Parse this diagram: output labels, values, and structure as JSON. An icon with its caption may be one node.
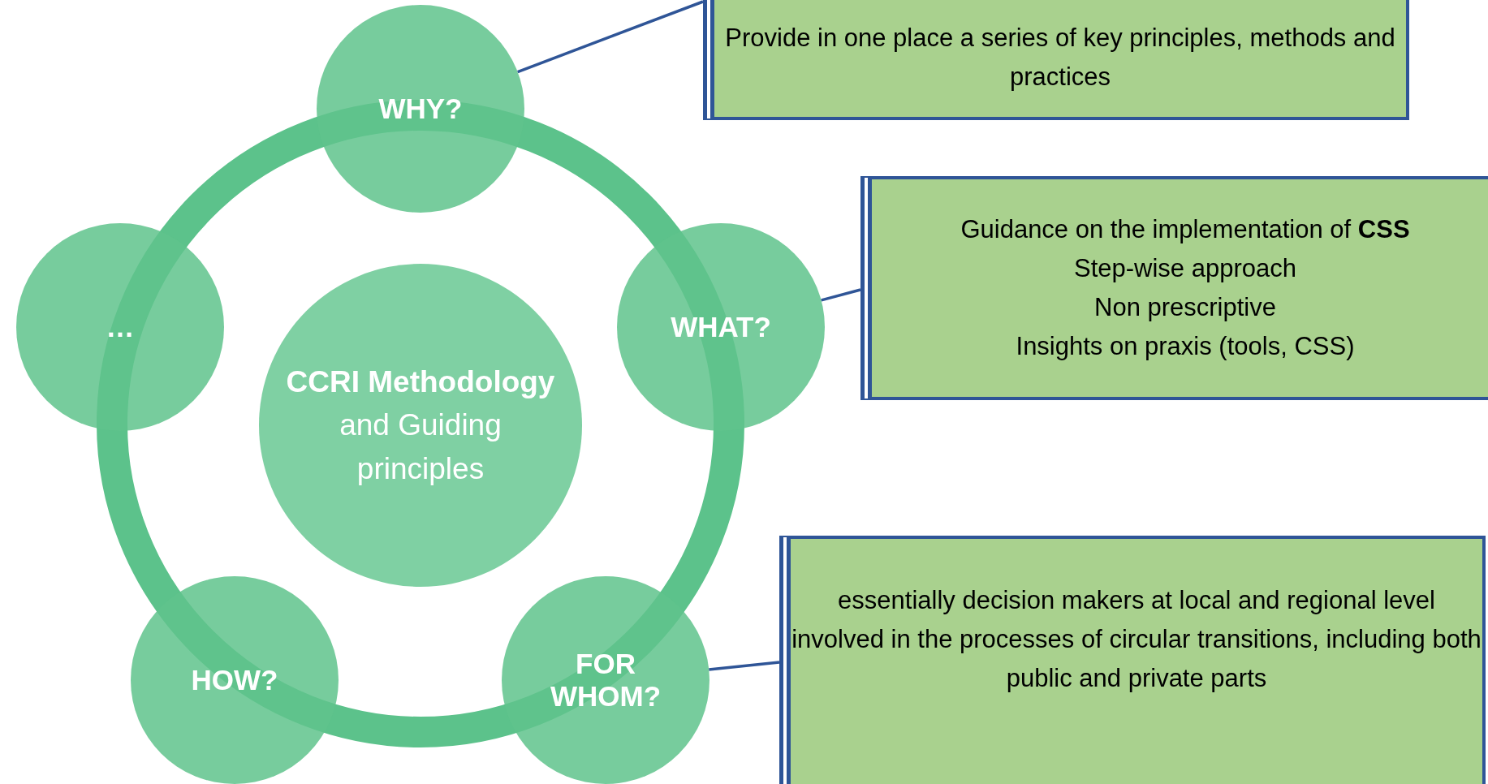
{
  "diagram": {
    "nodes": [
      {
        "text": [
          "CCRI Methodology",
          "and Guiding principles"
        ]
      },
      {
        "text": [
          "WHY?"
        ]
      },
      {
        "text": [
          "WHAT?"
        ]
      },
      {
        "text": [
          "FOR WHOM?"
        ]
      },
      {
        "text": [
          "HOW?"
        ]
      },
      {
        "text": [
          "…"
        ]
      },
      {
        "text": [
          "Provide in one place a series of key principles, methods and practices"
        ]
      },
      {
        "text": [
          "Guidance on the implementation of **CSS**",
          "Step-wise approach",
          "Non prescriptive",
          "Insights on praxis (tools, CSS)"
        ]
      },
      {
        "text": [
          "essentially decision makers at local and regional level involved in the processes of circular transitions, including both public and private parts"
        ]
      }
    ],
    "edges": [
      {
        "from": 1,
        "to": 6,
        "arrow": "none"
      },
      {
        "from": 2,
        "to": 7,
        "arrow": "none"
      },
      {
        "from": 3,
        "to": 8,
        "arrow": "none"
      }
    ]
  }
}
